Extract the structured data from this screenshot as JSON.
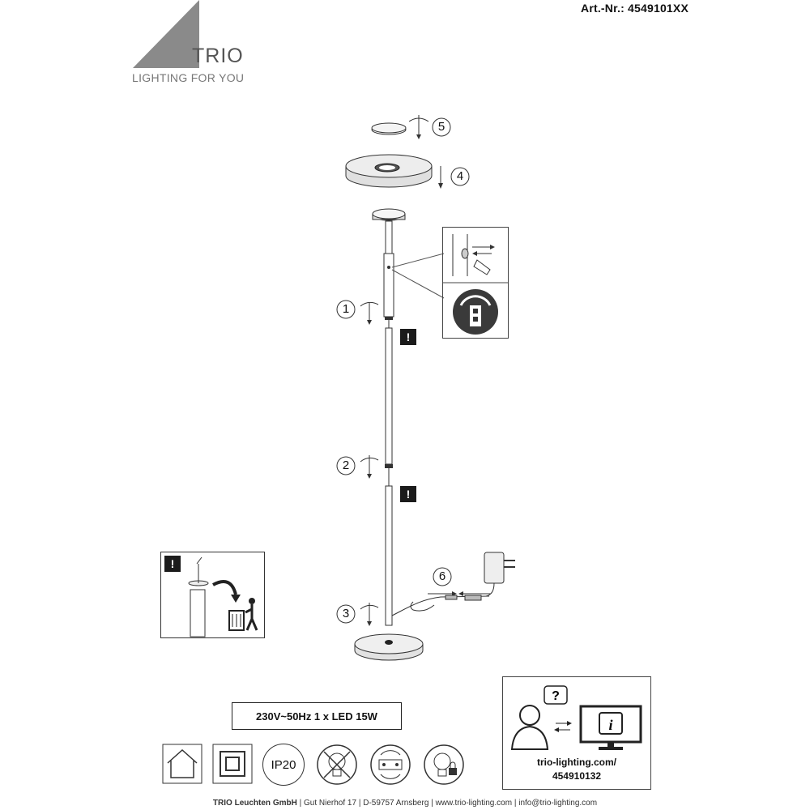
{
  "header": {
    "article_number": "Art.-Nr.: 4549101XX",
    "brand_name": "TRIO",
    "brand_tagline": "LIGHTING FOR YOU"
  },
  "steps": [
    "1",
    "2",
    "3",
    "4",
    "5",
    "6"
  ],
  "warning_symbol": "!",
  "specs": "230V~50Hz  1 x LED 15W",
  "symbols": {
    "ip_rating": "IP20"
  },
  "info": {
    "link_line1": "trio-lighting.com/",
    "link_line2": "454910132"
  },
  "footer": {
    "company": "TRIO Leuchten GmbH",
    "address": "Gut Nierhof 17",
    "city": "D-59757 Arnsberg",
    "website": "www.trio-lighting.com",
    "email": "info@trio-lighting.com"
  },
  "icons": [
    "trio-logo-icon",
    "rotate-arrow-icon",
    "down-arrow-icon",
    "dimmer-switch-icon",
    "adapter-plug-icon",
    "disposal-icon",
    "indoor-use-icon",
    "class-ii-icon",
    "no-bulb-replace-icon",
    "driver-replace-icon",
    "led-non-replaceable-icon",
    "question-person-icon",
    "monitor-info-icon"
  ]
}
